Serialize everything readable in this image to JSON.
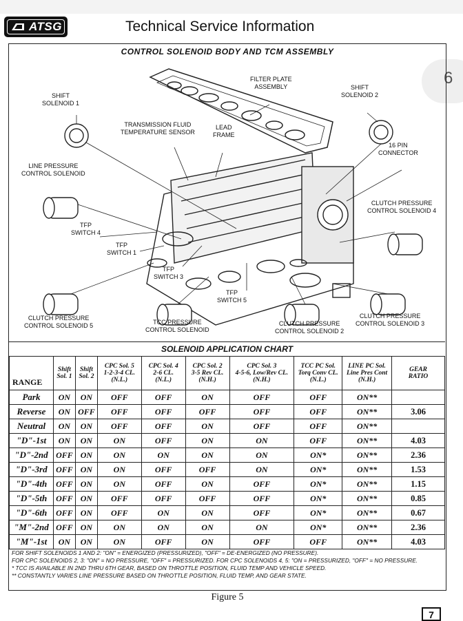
{
  "header": {
    "logo_text": "ATSG",
    "title": "Technical Service Information"
  },
  "side_page_number": "6",
  "figure": {
    "title": "CONTROL SOLENOID BODY AND TCM ASSEMBLY",
    "caption": "Figure 5",
    "labels": {
      "shift_sol_1": "SHIFT\nSOLENOID 1",
      "filter_plate": "FILTER PLATE\nASSEMBLY",
      "shift_sol_2": "SHIFT\nSOLENOID 2",
      "temp_sensor": "TRANSMISSION FLUID\nTEMPERATURE SENSOR",
      "lead_frame": "LEAD\nFRAME",
      "connector": "16 PIN\nCONNECTOR",
      "line_pressure": "LINE PRESSURE\nCONTROL SOLENOID",
      "clutch_4": "CLUTCH PRESSURE\nCONTROL SOLENOID 4",
      "tfp4": "TFP\nSWITCH 4",
      "tfp1": "TFP\nSWITCH 1",
      "tfp3": "TFP\nSWITCH 3",
      "tfp5": "TFP\nSWITCH 5",
      "clutch_5": "CLUTCH PRESSURE\nCONTROL SOLENOID 5",
      "tcc": "TCC PRESSURE\nCONTROL SOLENOID",
      "clutch_2": "CLUTCH PRESSURE\nCONTROL SOLENOID 2",
      "clutch_3": "CLUTCH PRESSURE\nCONTROL SOLENOID 3"
    }
  },
  "chart": {
    "title": "SOLENOID APPLICATION CHART",
    "headers": [
      "RANGE",
      "Shift\nSol. 1",
      "Shift\nSol. 2",
      "CPC Sol. 5\n1-2-3-4 CL.\n(N.L.)",
      "CPC Sol. 4\n2-6 CL.\n(N.L.)",
      "CPC Sol. 2\n3-5 Rev CL.\n(N.H.)",
      "CPC Sol. 3\n4-5-6, Low/Rev CL.\n(N.H.)",
      "TCC PC Sol.\nTorq Conv CL.\n(N.L.)",
      "LINE PC Sol.\nLine Pres Cont\n(N.H.)",
      "GEAR\nRATIO"
    ],
    "rows": [
      [
        "Park",
        "ON",
        "ON",
        "OFF",
        "OFF",
        "ON",
        "OFF",
        "OFF",
        "ON**",
        ""
      ],
      [
        "Reverse",
        "ON",
        "OFF",
        "OFF",
        "OFF",
        "OFF",
        "OFF",
        "OFF",
        "ON**",
        "3.06"
      ],
      [
        "Neutral",
        "ON",
        "ON",
        "OFF",
        "OFF",
        "ON",
        "OFF",
        "OFF",
        "ON**",
        ""
      ],
      [
        "\"D\"-1st",
        "ON",
        "ON",
        "ON",
        "OFF",
        "ON",
        "ON",
        "OFF",
        "ON**",
        "4.03"
      ],
      [
        "\"D\"-2nd",
        "OFF",
        "ON",
        "ON",
        "ON",
        "ON",
        "ON",
        "ON*",
        "ON**",
        "2.36"
      ],
      [
        "\"D\"-3rd",
        "OFF",
        "ON",
        "ON",
        "OFF",
        "OFF",
        "ON",
        "ON*",
        "ON**",
        "1.53"
      ],
      [
        "\"D\"-4th",
        "OFF",
        "ON",
        "ON",
        "OFF",
        "ON",
        "OFF",
        "ON*",
        "ON**",
        "1.15"
      ],
      [
        "\"D\"-5th",
        "OFF",
        "ON",
        "OFF",
        "OFF",
        "OFF",
        "OFF",
        "ON*",
        "ON**",
        "0.85"
      ],
      [
        "\"D\"-6th",
        "OFF",
        "ON",
        "OFF",
        "ON",
        "ON",
        "OFF",
        "ON*",
        "ON**",
        "0.67"
      ],
      [
        "\"M\"-2nd",
        "OFF",
        "ON",
        "ON",
        "ON",
        "ON",
        "ON",
        "ON*",
        "ON**",
        "2.36"
      ],
      [
        "\"M\"-1st",
        "ON",
        "ON",
        "ON",
        "OFF",
        "ON",
        "OFF",
        "OFF",
        "ON**",
        "4.03"
      ]
    ],
    "notes": [
      "FOR SHIFT SOLENOIDS 1 AND 2: \"ON\" = ENERGIZED (PRESSURIZED), \"OFF\" = DE-ENERGIZED (NO PRESSURE).",
      "FOR CPC SOLENOIDS 2, 3: \"ON\" = NO PRESSURE, \"OFF\" = PRESSURIZED.     FOR CPC SOLENOIDS 4, 5:  \"ON = PRESSURIZED,  \"OFF\" = NO PRESSURE.",
      " * TCC IS AVAILABLE IN 2ND THRU 6TH GEAR, BASED ON THROTTLE POSITION, FLUID TEMP AND VEHICLE SPEED.",
      "** CONSTANTLY VARIES LINE PRESSURE BASED ON THROTTLE POSITION, FLUID TEMP, AND GEAR STATE."
    ]
  },
  "footer_page_number": "7"
}
